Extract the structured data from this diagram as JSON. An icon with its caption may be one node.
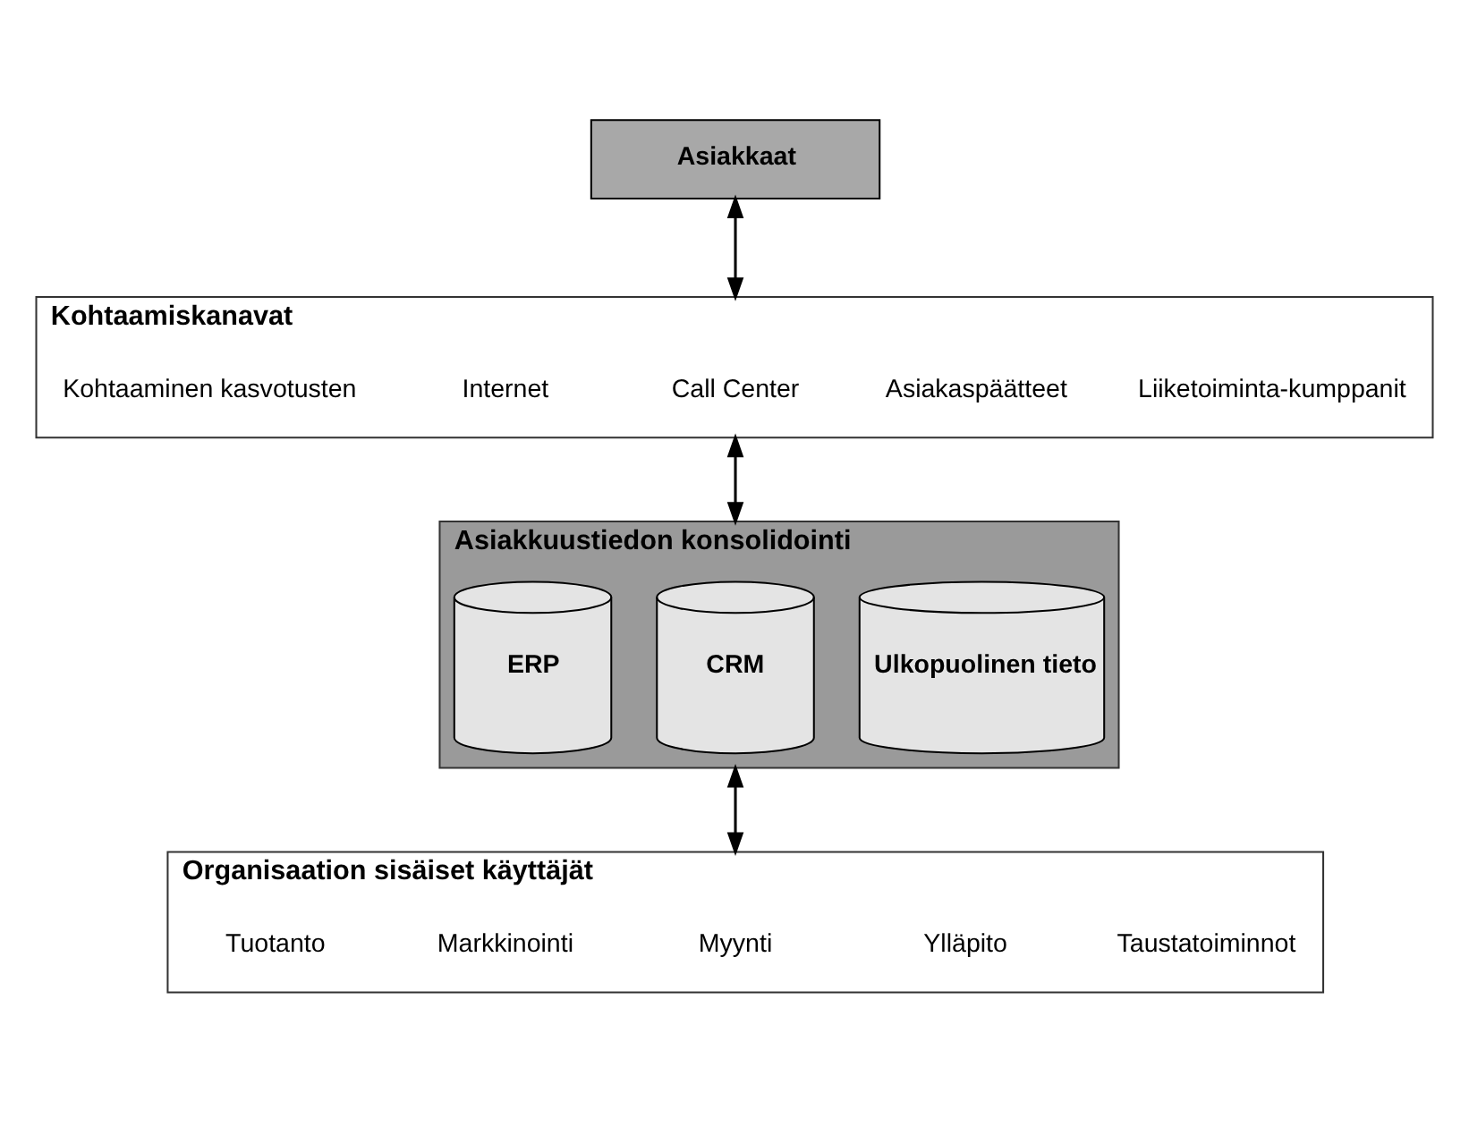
{
  "diagram": {
    "nodes": [
      {
        "text": [
          "Asiakkaat"
        ]
      },
      {
        "text": [
          "Kohtaamiskanavat"
        ]
      },
      {
        "text": [
          "Kohtaaminen kasvotusten"
        ],
        "in": 1
      },
      {
        "text": [
          "Internet"
        ],
        "in": 1
      },
      {
        "text": [
          "Call Center"
        ],
        "in": 1
      },
      {
        "text": [
          "Asiakaspäätteet"
        ],
        "in": 1
      },
      {
        "text": [
          "Liiketoiminta-kumppanit"
        ],
        "in": 1
      },
      {
        "text": [
          "Asiakkuustiedon konsolidointi"
        ]
      },
      {
        "text": [
          "ERP"
        ],
        "in": 7
      },
      {
        "text": [
          "CRM"
        ],
        "in": 7
      },
      {
        "text": [
          "Ulkopuolinen tieto"
        ],
        "in": 7
      },
      {
        "text": [
          "Organisaation sisäiset käyttäjät"
        ]
      },
      {
        "text": [
          "Tuotanto"
        ],
        "in": 11
      },
      {
        "text": [
          "Markkinointi"
        ],
        "in": 11
      },
      {
        "text": [
          "Myynti"
        ],
        "in": 11
      },
      {
        "text": [
          "Ylläpito"
        ],
        "in": 11
      },
      {
        "text": [
          "Taustatoiminnot"
        ],
        "in": 11
      }
    ],
    "edges": [
      {
        "from": 0,
        "to": 1,
        "arrow": "both"
      },
      {
        "from": 1,
        "to": 7,
        "arrow": "both"
      },
      {
        "from": 7,
        "to": 11,
        "arrow": "both"
      }
    ]
  }
}
